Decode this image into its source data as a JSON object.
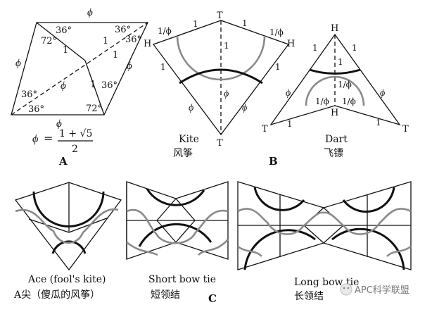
{
  "panelA": {
    "edge_labels": [
      "ϕ",
      "ϕ",
      "ϕ",
      "ϕ",
      "1",
      "1",
      "1",
      "1",
      "ϕ"
    ],
    "angles": [
      "36°",
      "36°",
      "72°",
      "36°",
      "36°",
      "36°",
      "72°",
      "36°"
    ],
    "formula": {
      "lhs": "ϕ",
      "eq": "=",
      "numerator": "1 + √5",
      "denominator": "2"
    },
    "letter": "A"
  },
  "panelB": {
    "kite": {
      "vertices": [
        "T",
        "H",
        "H",
        "T"
      ],
      "edge_labels": [
        "1/ϕ",
        "1",
        "1",
        "1/ϕ",
        "1",
        "1",
        "ϕ",
        "ϕ",
        "1"
      ],
      "name_en": "Kite",
      "name_zh": "风筝"
    },
    "dart": {
      "vertices": [
        "H",
        "T",
        "T",
        "H"
      ],
      "edge_labels": [
        "1",
        "1",
        "ϕ",
        "1/ϕ",
        "1/ϕ",
        "1/ϕ",
        "1",
        "1"
      ],
      "name_en": "Dart",
      "name_zh": "飞镖"
    },
    "letter": "B"
  },
  "panelC": {
    "ace": {
      "name_en": "Ace (fool's kite)",
      "name_zh": "A尖（傻瓜的风筝）"
    },
    "short": {
      "name_en": "Short bow tie",
      "name_zh": "短领结"
    },
    "long": {
      "name_en": "Long bow tie",
      "name_zh": "长领结"
    },
    "letter": "C"
  },
  "watermark": {
    "text": "APC科学联盟",
    "icon": "wechat-icon"
  }
}
